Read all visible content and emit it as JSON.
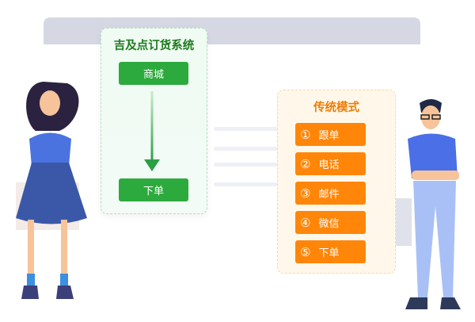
{
  "system_panel": {
    "title": "吉及点订货系统",
    "steps": [
      "商城",
      "下单"
    ],
    "color": "#2daa3e"
  },
  "traditional_panel": {
    "title": "传统模式",
    "items": [
      {
        "num": "①",
        "label": "跟单"
      },
      {
        "num": "②",
        "label": "电话"
      },
      {
        "num": "③",
        "label": "邮件"
      },
      {
        "num": "④",
        "label": "微信"
      },
      {
        "num": "⑤",
        "label": "下单"
      }
    ],
    "color": "#ff8609"
  }
}
